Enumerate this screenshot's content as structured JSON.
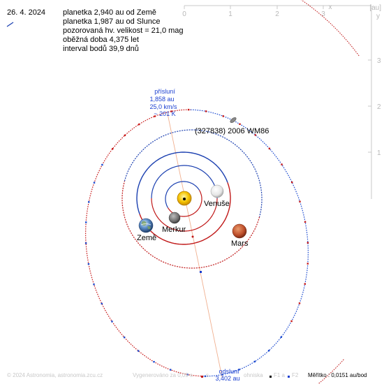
{
  "header": {
    "date": "26. 4. 2024",
    "lines": [
      "planetka 2,940 au od Země",
      "planetka 1,987 au od Slunce",
      "pozorovaná hv. velikost = 21,0 mag",
      "oběžná doba 4,375 let",
      "interval bodů 39,9 dnů"
    ]
  },
  "axes": {
    "unit": "[au]",
    "x_label": "x",
    "y_label": "y",
    "x_ticks": [
      "0",
      "1",
      "2",
      "3"
    ],
    "y_ticks": [
      "3",
      "2",
      "1"
    ]
  },
  "perihelion": {
    "title": "přísluní",
    "distance": "1,858 au",
    "speed": "25,0 km/s",
    "temp": "~ 201 K"
  },
  "aphelion": {
    "title": "odsluní",
    "distance": "3,402 au"
  },
  "asteroid_name": "(327838) 2006 WM86",
  "planets": {
    "venus": "Venuše",
    "mercury": "Merkur",
    "earth": "Země",
    "mars": "Mars"
  },
  "footer": {
    "copyright": "© 2024 Astronomia, astronomia.zcu.cz",
    "generated": "Vygenerováno za 0,09 s",
    "legend_s": "s",
    "legend_focus": "ohniska",
    "legend_f1": "F1 a",
    "legend_f2": "F2",
    "scale": "Měřítko : 0,0151 au/bod"
  },
  "colors": {
    "orbit_blue": "#1a3fb0",
    "orbit_red": "#c01818",
    "asteroid_orbit_blue": "#1e4cd0",
    "asteroid_orbit_red": "#c81a1a",
    "axis_gray": "#c0c0c0",
    "sun": "#f5c400",
    "mars": "#c0502c",
    "earth": "#3a6aa8",
    "label_blue": "#1a3fd0"
  }
}
